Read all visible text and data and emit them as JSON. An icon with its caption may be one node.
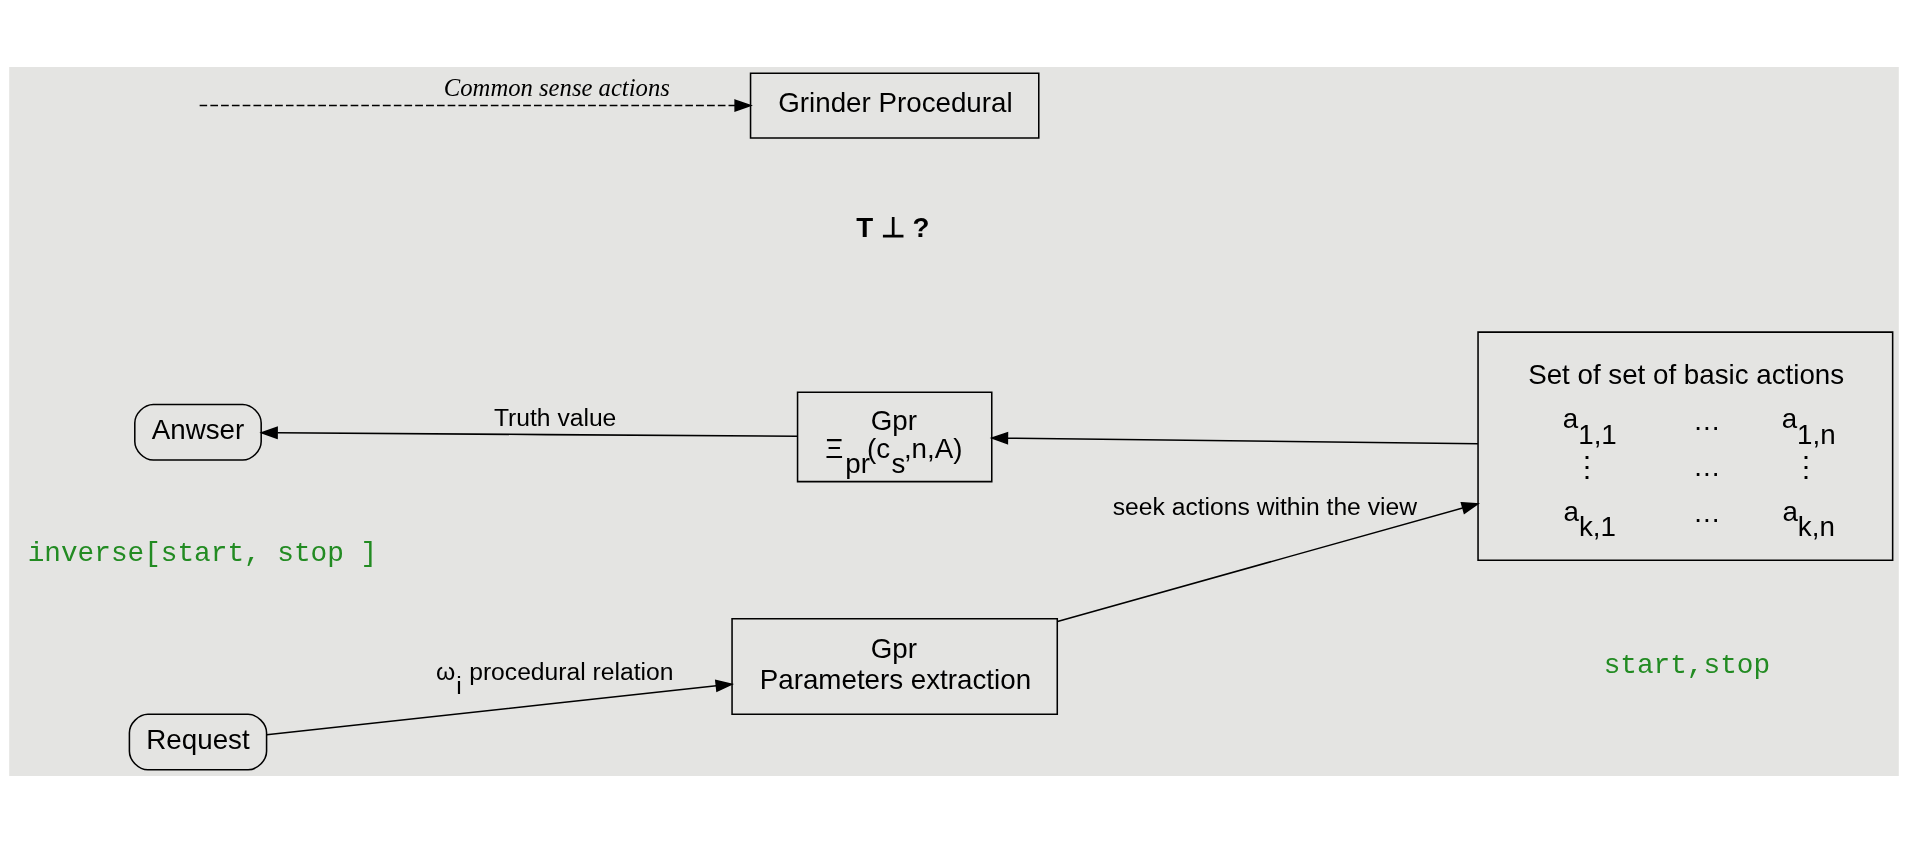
{
  "diagram": {
    "nodes": [
      {
        "text": [
          "Request"
        ]
      },
      {
        "text": [
          "Gpr",
          "Parameters extraction"
        ]
      },
      {
        "text": [
          "Grinder Procedural"
        ]
      },
      {
        "text": [
          "Set of set of basic actions",
          "a$_{1,1}$ … a$_{1,n}$",
          "⋮ … ⋮",
          "a$_{k,1}$ … a$_{k,n}$"
        ]
      },
      {
        "text": [
          "Gpr",
          "Ξ$_{pr}$(c$_{s}$,n,A)"
        ]
      },
      {
        "text": [
          "Anwser"
        ]
      }
    ],
    "edges": [
      {
        "from": 0,
        "to": 1,
        "arrow": "to",
        "label": "ω$_{i}$ procedural relation"
      },
      {
        "from": 1,
        "to": 3,
        "arrow": "to",
        "label": "seek actions within the view"
      },
      {
        "from": null,
        "to": 2,
        "arrow": "to",
        "label": "Common sense actions",
        "style": "dashed"
      },
      {
        "from": 3,
        "to": 4,
        "arrow": "to"
      },
      {
        "from": 4,
        "to": 5,
        "arrow": "to",
        "label": "Truth value"
      }
    ],
    "labels": [
      "inverse[start, stop ]",
      "start,stop",
      "T ⊥ ?"
    ]
  }
}
